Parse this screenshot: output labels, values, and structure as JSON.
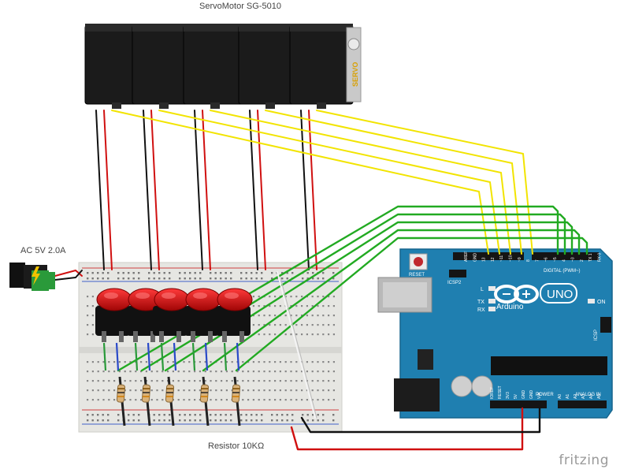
{
  "labels": {
    "servo_title": "ServoMotor SG-5010",
    "power_label": "AC 5V 2.0A",
    "resistor_label": "Resistor 10KΩ",
    "brand": "fritzing"
  },
  "servo": {
    "count": 5,
    "side_text": "SERVO"
  },
  "buttons": {
    "count": 5
  },
  "resistors": {
    "count": 5
  },
  "arduino": {
    "model": "UNO",
    "brand": "Arduino",
    "reset_label": "RESET",
    "icsp2_label": "ICSP2",
    "icsp_label": "ICSP",
    "digital_label": "DIGITAL (PWM~)",
    "power_label": "POWER",
    "analog_label": "ANALOG IN",
    "on_label": "ON",
    "led_labels": [
      "L",
      "TX",
      "RX"
    ],
    "top_pins": [
      "AREF",
      "GND",
      "13",
      "12",
      "~11",
      "~10",
      "~9",
      "8",
      "7",
      "~6",
      "~5",
      "4",
      "~3",
      "2",
      "TX 1",
      "RX 0"
    ],
    "power_pins": [
      "IOREF",
      "RESET",
      "3V3",
      "5V",
      "GND",
      "GND",
      "VIN"
    ],
    "analog_pins": [
      "A0",
      "A1",
      "A2",
      "A3",
      "A4",
      "A5"
    ]
  },
  "colors": {
    "signal_wire": "#f2e400",
    "servo_power_wire": "#d01010",
    "ground_wire": "#111111",
    "button_wire": "#22aa22",
    "board": "#1f7fb0",
    "button_cap": "#cc0e0e",
    "breadboard": "#e6e6e2"
  }
}
